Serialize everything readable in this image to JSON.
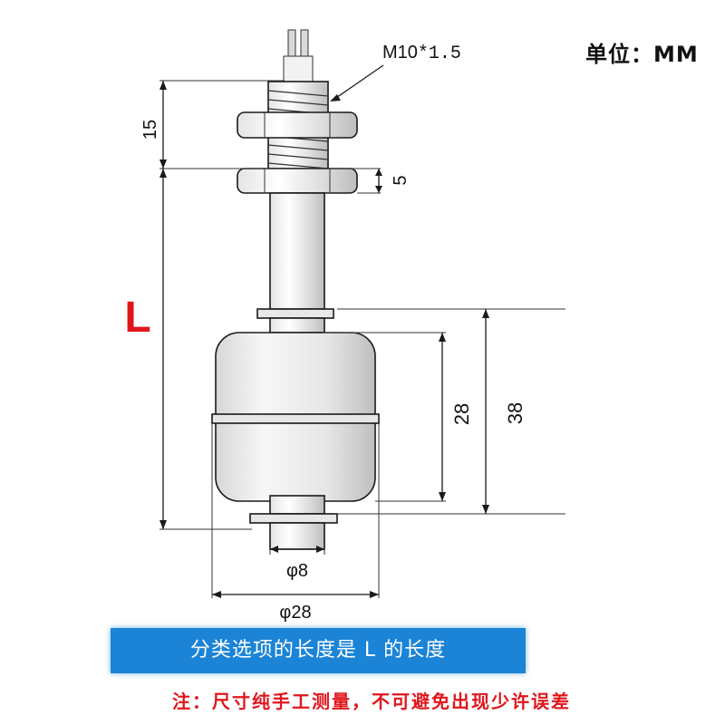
{
  "unit_label": "单位：MM",
  "thread_label": "M10",
  "thread_label_suffix": "*1.5",
  "dimensions": {
    "top_height": "15",
    "nut_height": "5",
    "length": "L",
    "float_height": "28",
    "float_span": "38",
    "stem_diameter": "φ8",
    "float_diameter": "φ28"
  },
  "banner_text": "分类选项的长度是 L 的长度",
  "note_text": "注：尺寸纯手工测量，不可避免出现少许误差",
  "colors": {
    "length_label": "#e0161c",
    "banner_bg": "#1b84d6",
    "note": "#e0161c"
  }
}
